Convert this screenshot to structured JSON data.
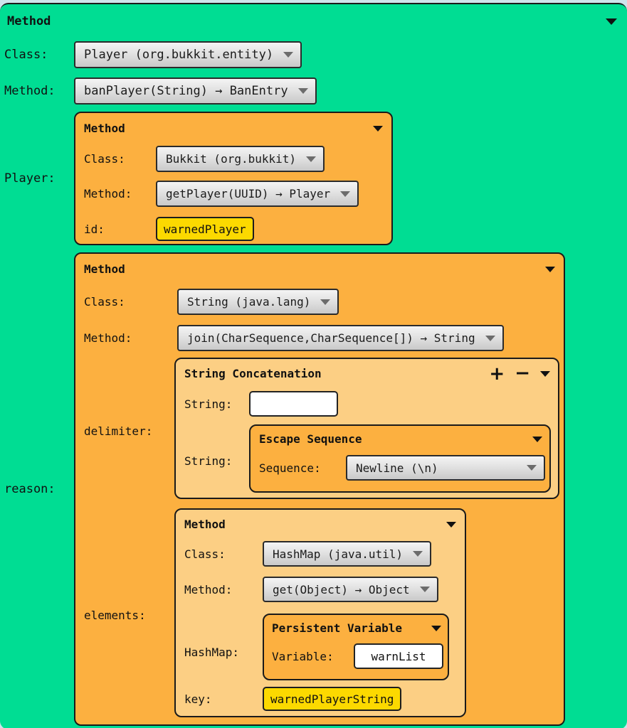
{
  "theme": {
    "green": "#00dd93",
    "orange_1": "#fcb040",
    "orange_2": "#fccf84",
    "yellow_field": "#fcd900",
    "dropdown_gray": "#e2e2e2",
    "border": "#1a1a1a"
  },
  "root": {
    "title": "Method",
    "caret_icon": "chevron-down-icon",
    "fields": {
      "class_label": "Class:",
      "class_value": "Player (org.bukkit.entity)",
      "method_label": "Method:",
      "method_value": "banPlayer(String) → BanEntry",
      "player_label": "Player:",
      "reason_label": "reason:"
    }
  },
  "player_block": {
    "title": "Method",
    "caret_icon": "chevron-down-icon",
    "class_label": "Class:",
    "class_value": "Bukkit (org.bukkit)",
    "method_label": "Method:",
    "method_value": "getPlayer(UUID) → Player",
    "id_label": "id:",
    "id_value": "warnedPlayer"
  },
  "reason_block": {
    "title": "Method",
    "caret_icon": "chevron-down-icon",
    "class_label": "Class:",
    "class_value": "String (java.lang)",
    "method_label": "Method:",
    "method_value": "join(CharSequence,CharSequence[]) → String",
    "delimiter_label": "delimiter:",
    "elements_label": "elements:"
  },
  "concat_block": {
    "title": "String Concatenation",
    "add_icon": "plus-icon",
    "remove_icon": "minus-icon",
    "caret_icon": "chevron-down-icon",
    "string_label_1": "String:",
    "string_value_1": "",
    "string_placeholder_1": "",
    "string_label_2": "String:"
  },
  "escape_block": {
    "title": "Escape Sequence",
    "caret_icon": "chevron-down-icon",
    "sequence_label": "Sequence:",
    "sequence_value": "Newline (\\n)"
  },
  "hashmap_method_block": {
    "title": "Method",
    "caret_icon": "chevron-down-icon",
    "class_label": "Class:",
    "class_value": "HashMap (java.util)",
    "method_label": "Method:",
    "method_value": "get(Object) → Object",
    "hashmap_label": "HashMap:",
    "key_label": "key:",
    "key_value": "warnedPlayerString"
  },
  "persistent_var_block": {
    "title": "Persistent Variable",
    "caret_icon": "chevron-down-icon",
    "variable_label": "Variable:",
    "variable_value": "warnList"
  }
}
